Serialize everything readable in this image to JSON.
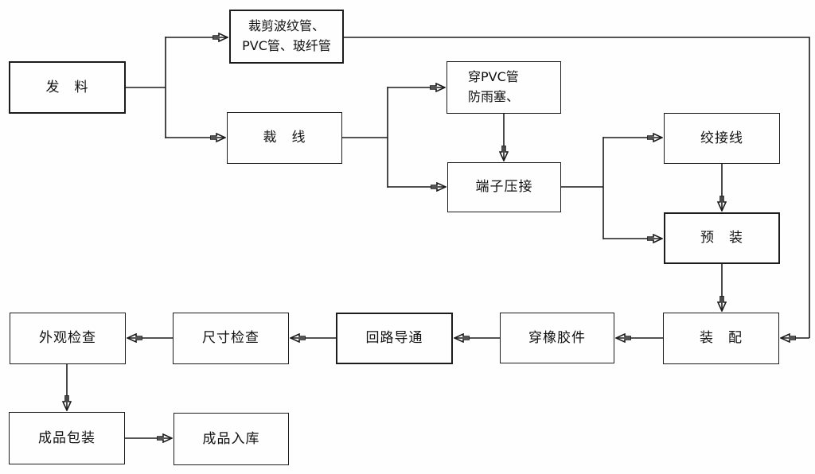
{
  "diagram": {
    "type": "flowchart",
    "language": "zh-CN",
    "background_color": "#fefefe",
    "line_color": "#1c1c1c",
    "text_color": "#111111",
    "nodes": [
      {
        "id": "material-dispatch",
        "label": "发　料"
      },
      {
        "id": "tube-cutting",
        "label": "裁剪波纹管、",
        "label2": "PVC管、玻纤管"
      },
      {
        "id": "wire-cutting",
        "label": "裁　线"
      },
      {
        "id": "pvc-rain-plug",
        "label": "穿PVC管",
        "label2": "防雨塞、"
      },
      {
        "id": "terminal-crimping",
        "label": "端子压接"
      },
      {
        "id": "wire-twisting",
        "label": "绞接线"
      },
      {
        "id": "pre-assembly",
        "label": "预　装"
      },
      {
        "id": "assembly",
        "label": "装　配"
      },
      {
        "id": "rubber-threading",
        "label": "穿橡胶件"
      },
      {
        "id": "circuit-continuity",
        "label": "回路导通"
      },
      {
        "id": "dimension-inspection",
        "label": "尺寸检查"
      },
      {
        "id": "appearance-inspection",
        "label": "外观检查"
      },
      {
        "id": "product-packaging",
        "label": "成品包装"
      },
      {
        "id": "product-warehousing",
        "label": "成品入库"
      }
    ],
    "edges": [
      {
        "from": "material-dispatch",
        "to": "tube-cutting"
      },
      {
        "from": "material-dispatch",
        "to": "wire-cutting"
      },
      {
        "from": "tube-cutting",
        "to": "assembly"
      },
      {
        "from": "wire-cutting",
        "to": "pvc-rain-plug"
      },
      {
        "from": "wire-cutting",
        "to": "terminal-crimping"
      },
      {
        "from": "pvc-rain-plug",
        "to": "terminal-crimping"
      },
      {
        "from": "terminal-crimping",
        "to": "wire-twisting"
      },
      {
        "from": "terminal-crimping",
        "to": "pre-assembly"
      },
      {
        "from": "wire-twisting",
        "to": "pre-assembly"
      },
      {
        "from": "pre-assembly",
        "to": "assembly"
      },
      {
        "from": "assembly",
        "to": "rubber-threading"
      },
      {
        "from": "rubber-threading",
        "to": "circuit-continuity"
      },
      {
        "from": "circuit-continuity",
        "to": "dimension-inspection"
      },
      {
        "from": "dimension-inspection",
        "to": "appearance-inspection"
      },
      {
        "from": "appearance-inspection",
        "to": "product-packaging"
      },
      {
        "from": "product-packaging",
        "to": "product-warehousing"
      }
    ]
  }
}
